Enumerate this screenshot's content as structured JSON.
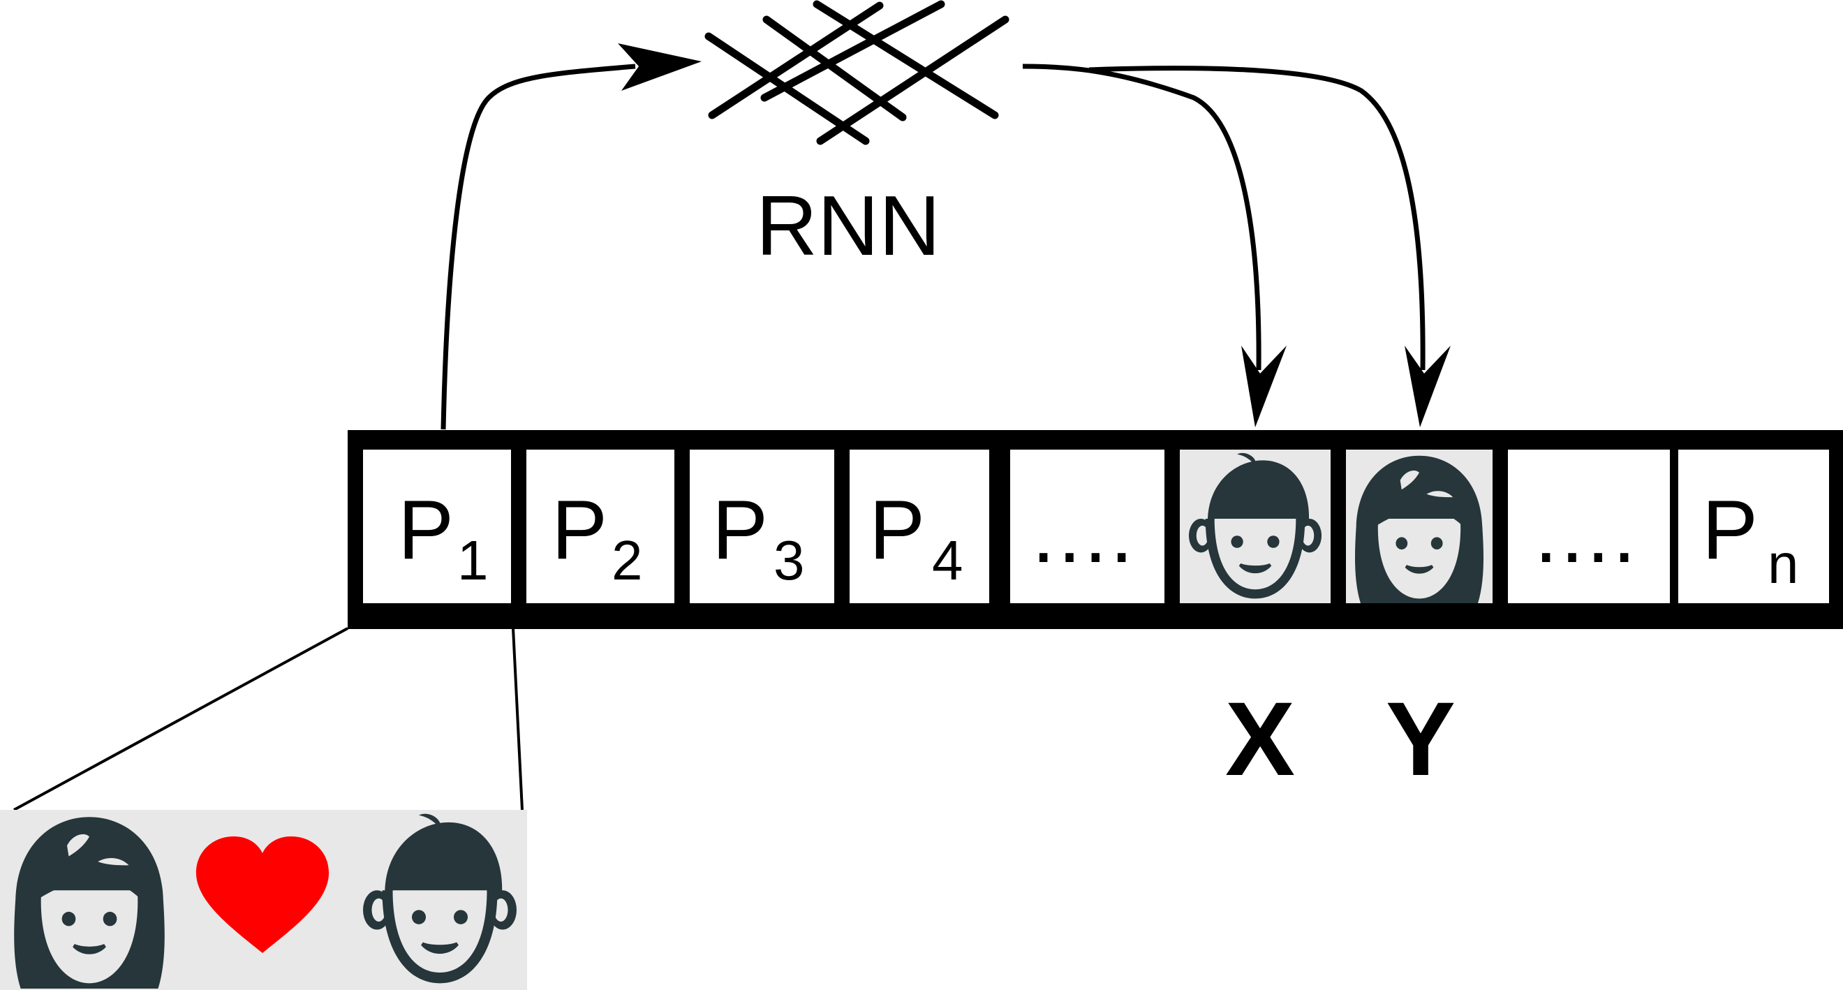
{
  "rnn": {
    "label": "RNN"
  },
  "sequence": {
    "cells": [
      {
        "type": "text",
        "main": "P",
        "sub": "1"
      },
      {
        "type": "text",
        "main": "P",
        "sub": "2"
      },
      {
        "type": "text",
        "main": "P",
        "sub": "3"
      },
      {
        "type": "text",
        "main": "P",
        "sub": "4"
      },
      {
        "type": "ellipsis",
        "main": "...."
      },
      {
        "type": "icon",
        "icon": "boy-face-icon"
      },
      {
        "type": "icon",
        "icon": "girl-face-icon"
      },
      {
        "type": "ellipsis",
        "main": "...."
      },
      {
        "type": "text",
        "main": "P",
        "sub": "n"
      }
    ]
  },
  "labels": {
    "x": "X",
    "y": "Y"
  },
  "zoom": {
    "icons": [
      "girl-face-icon",
      "heart-icon",
      "boy-face-icon"
    ],
    "heart_color": "#ff0000"
  },
  "colors": {
    "icon_dark": "#26363a",
    "icon_bg": "#e8e8e8",
    "stroke": "#000000"
  }
}
